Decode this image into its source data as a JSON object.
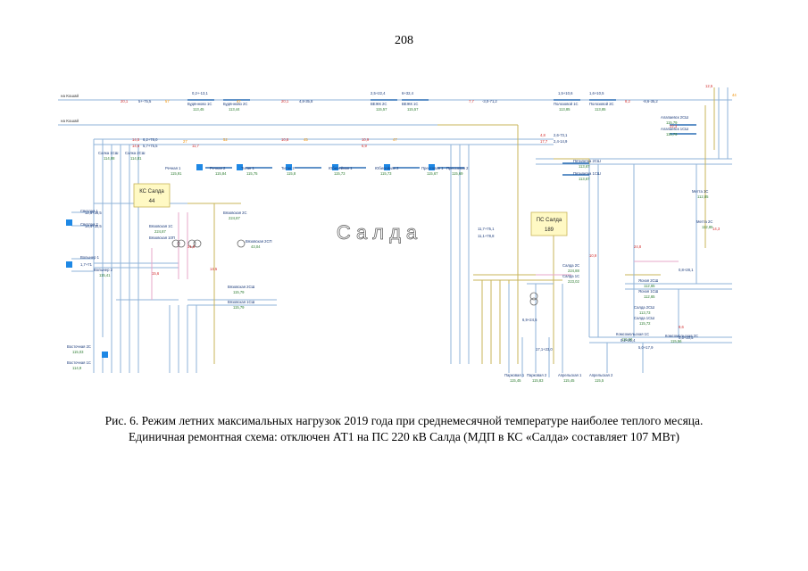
{
  "page": {
    "number": "208"
  },
  "caption": {
    "line1": "Рис. 6. Режим летних максимальных нагрузок 2019 года при среднемесячной температуре наиболее теплого месяца.",
    "line2": "Единичная ремонтная схема: отключен АТ1 на ПС 220 кВ Салда (МДП в КС «Салда» составляет 107 МВт)"
  },
  "diagram": {
    "center_label": "Салда",
    "ks_box": {
      "title": "КС Салда",
      "value": "44"
    },
    "ps_box": {
      "title": "ПС Салда",
      "value": "189"
    },
    "top_links": {
      "left": "на Кошай",
      "left2": "на Кошай"
    },
    "substations": [
      {
        "name": "Будённово 1С",
        "v": "113,45"
      },
      {
        "name": "Будённово 2С",
        "v": "113,44"
      },
      {
        "name": "ВЕЖК 2С",
        "v": "115,57"
      },
      {
        "name": "ВЕЖК 1С",
        "v": "115,57"
      },
      {
        "name": "Полозовой 1С",
        "v": "113,85"
      },
      {
        "name": "Полозовой 2С",
        "v": "113,85"
      },
      {
        "name": "Алапаевск 2СШ",
        "v": "115,79"
      },
      {
        "name": "Алапаевск 1СШ",
        "v": "115,79"
      },
      {
        "name": "Салка 1СШ",
        "v": "114,08"
      },
      {
        "name": "Салка 2СШ",
        "v": "114,81"
      },
      {
        "name": "Речная 1",
        "v": "115,91"
      },
      {
        "name": "Речная 2",
        "v": "115,84"
      },
      {
        "name": "Титан 1",
        "v": "115,75"
      },
      {
        "name": "Титан 2",
        "v": "115,8"
      },
      {
        "name": "Юбилейная 1",
        "v": "115,73"
      },
      {
        "name": "Юбилейная 2",
        "v": "115,73"
      },
      {
        "name": "Прессовая 1",
        "v": "115,67"
      },
      {
        "name": "Прессовая 2",
        "v": "115,69"
      },
      {
        "name": "Пятилетка 2СШ",
        "v": "113,67"
      },
      {
        "name": "Пятилетка 1СШ",
        "v": "113,67"
      },
      {
        "name": "Светлая 1",
        "v": ""
      },
      {
        "name": "Светлая 2",
        "v": ""
      },
      {
        "name": "Волынер 1",
        "v": ""
      },
      {
        "name": "Волынер 2",
        "v": "115,41"
      },
      {
        "name": "Вязовская 1С",
        "v": "224,87"
      },
      {
        "name": "Вязовская 2С",
        "v": "224,87"
      },
      {
        "name": "Вязовская 2СП",
        "v": "43,04"
      },
      {
        "name": "Вязовская 10П",
        "v": ""
      },
      {
        "name": "Вязовская 2СШ",
        "v": "115,79"
      },
      {
        "name": "Вязовская 1СШ",
        "v": "115,79"
      },
      {
        "name": "Салда 2С",
        "v": "224,88"
      },
      {
        "name": "Салда 1С",
        "v": "223,02"
      },
      {
        "name": "Салда 2СШ",
        "v": "113,73"
      },
      {
        "name": "Салда 1СШ",
        "v": "115,72"
      },
      {
        "name": "Метта 1С",
        "v": "112,85"
      },
      {
        "name": "Метта 2С",
        "v": "112,85"
      },
      {
        "name": "Ясная 2СШ",
        "v": "112,65"
      },
      {
        "name": "Ясная 1СШ",
        "v": "112,65"
      },
      {
        "name": "Комсомольская 1С",
        "v": "115,56"
      },
      {
        "name": "Комсомольская 2С",
        "v": "115,56"
      },
      {
        "name": "Восточная 2С",
        "v": "115,03"
      },
      {
        "name": "Восточная 1С",
        "v": "114,9"
      },
      {
        "name": "Парковая 1",
        "v": "115,45"
      },
      {
        "name": "Парковая 2",
        "v": "115,83"
      },
      {
        "name": "Апрельская 1",
        "v": "115,45"
      },
      {
        "name": "Апрельская 2",
        "v": "115,5"
      }
    ],
    "flows_red": [
      "20,1",
      "20,1",
      "7,7",
      "8,2",
      "14,5",
      "14,6",
      "11,7",
      "10,8",
      "10,9",
      "6,9",
      "4,8",
      "17,7",
      "12,5",
      "14,3",
      "22,3",
      "24,8",
      "31,5",
      "15,6",
      "14,5",
      "10,9",
      "9,6"
    ],
    "flows_blue": [
      "5+-75,5",
      "4,8-35,8",
      "-3,0-71,2",
      "-8,6-35,2",
      "6,2+78,0",
      "5,7+75,5",
      "1,5+10,6",
      "1,6+10,5",
      "0,2+-13,1",
      "2,5+22,4",
      "6+32,4",
      "2,4-14,9",
      "2,6-73,1",
      "12,5+36,5",
      "14,4+30,5",
      "1,7+71",
      "11,7+75,1",
      "11,1+78,8",
      "0,8+28,1",
      "0,5+10,5",
      "5,0+17,9",
      "0,2+31,4",
      "6,9+24,5",
      "17,1+23,0"
    ],
    "flows_orange": [
      "57",
      "47",
      "27",
      "52",
      "45",
      "47",
      "44"
    ]
  }
}
